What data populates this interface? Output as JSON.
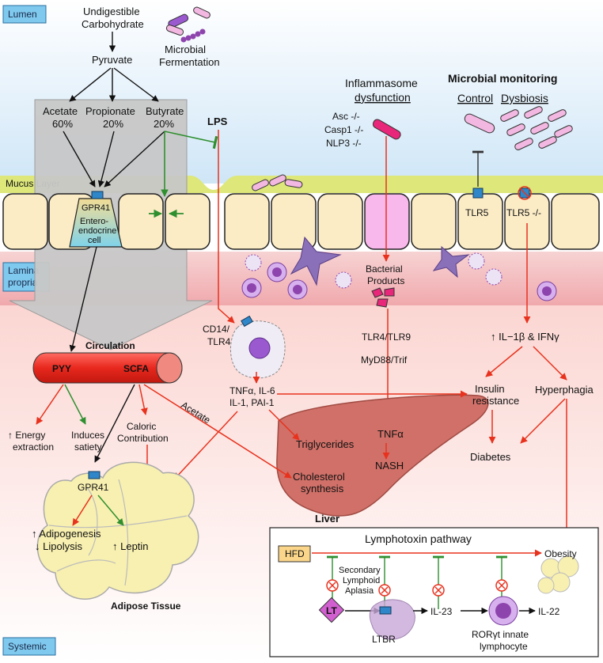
{
  "zones": {
    "lumen": "Lumen",
    "mucus": "Mucus Layer",
    "lamina_line1": "Lamina",
    "lamina_line2": "propria",
    "systemic": "Systemic"
  },
  "fermentation": {
    "undigestible_line1": "Undigestible",
    "undigestible_line2": "Carbohydrate",
    "pyruvate": "Pyruvate",
    "microbial_line1": "Microbial",
    "microbial_line2": "Fermentation",
    "acetate": "Acetate",
    "acetate_pct": "60%",
    "propionate": "Propionate",
    "propionate_pct": "20%",
    "butyrate": "Butyrate",
    "butyrate_pct": "20%"
  },
  "lps": "LPS",
  "enteroendocrine": {
    "receptor": "GPR41",
    "line1": "Entero-",
    "line2": "endocrine",
    "line3": "cell"
  },
  "inflammasome": {
    "title_line1": "Inflammasome",
    "title_line2": "dysfunction",
    "asc": "Asc -/-",
    "casp1": "Casp1 -/-",
    "nlp3": "NLP3 -/-",
    "bacterial_line1": "Bacterial",
    "bacterial_line2": "Products",
    "tlr4_tlr9": "TLR4/TLR9",
    "myd88": "MyD88/Trif",
    "tnfa": "TNFα",
    "nash": "NASH"
  },
  "monitoring": {
    "title": "Microbial monitoring",
    "control": "Control",
    "dysbiosis": "Dysbiosis",
    "tlr5": "TLR5",
    "tlr5_ko": "TLR5 -/-",
    "cytokines": "↑ IL−1β & IFNγ",
    "insulin_line1": "Insulin",
    "insulin_line2": "resistance",
    "hyperphagia": "Hyperphagia",
    "diabetes": "Diabetes"
  },
  "macrophage": {
    "label_line1": "CD14/",
    "label_line2": "TLR4",
    "tnf_line1": "TNFα, IL-6",
    "tnf_line2": "IL-1, PAI-1"
  },
  "circulation": {
    "title": "Circulation",
    "pyy": "PYY",
    "scfa": "SCFA",
    "energy_line1": "↑ Energy",
    "energy_line2": "extraction",
    "satiety_line1": "Induces",
    "satiety_line2": "satiety",
    "caloric_line1": "Caloric",
    "caloric_line2": "Contribution",
    "acetate": "Acetate"
  },
  "liver": {
    "label": "Liver",
    "triglycerides": "Triglycerides",
    "cholesterol_line1": "Cholesterol",
    "cholesterol_line2": "synthesis"
  },
  "adipose": {
    "gpr41": "GPR41",
    "adipogenesis": "↑ Adipogenesis",
    "lipolysis": "↓ Lipolysis",
    "leptin": "↑ Leptin",
    "label": "Adipose Tissue"
  },
  "lymphotoxin": {
    "title": "Lymphotoxin pathway",
    "hfd": "HFD",
    "obesity": "Obesity",
    "secondary_line1": "Secondary",
    "secondary_line2": "Lymphoid",
    "secondary_line3": "Aplasia",
    "lt": "LT",
    "ltbr": "LTBR",
    "il23": "IL-23",
    "ror_line1": "RORγt innate",
    "ror_line2": "lymphocyte",
    "il22": "IL-22"
  },
  "colors": {
    "red_arrow": "#e8321e",
    "green_arrow": "#2f8f2f",
    "receptor_blue": "#2f86c8",
    "mucus": "#dde77a",
    "cell_fill": "#fbecc6",
    "lamina": "#f5c3c3",
    "fat": "#f8f0b0"
  }
}
